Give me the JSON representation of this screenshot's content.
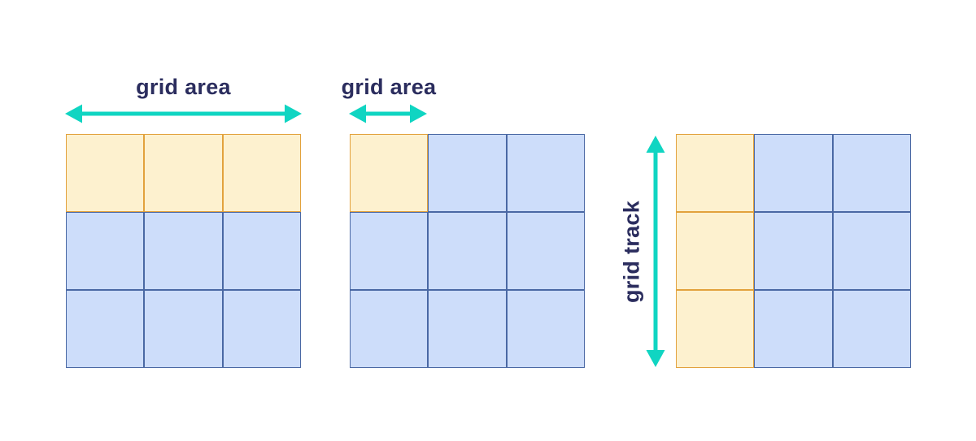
{
  "colors": {
    "background": "#ffffff",
    "cell_yellow_fill": "#FDF1CF",
    "cell_yellow_border": "#E2A23D",
    "cell_blue_fill": "#CDDDFA",
    "cell_blue_border": "#4A68A4",
    "arrow_teal": "#10D5C2",
    "label_navy": "#2B2D5E"
  },
  "figures": [
    {
      "label": "grid area",
      "arrow_orientation": "horizontal",
      "arrow_span": "full-grid-width",
      "grid": {
        "rows": 3,
        "cols": 3,
        "highlighted_cells": [
          [
            0,
            0
          ],
          [
            0,
            1
          ],
          [
            0,
            2
          ]
        ],
        "highlight_meaning": "grid area spanning the full top row"
      }
    },
    {
      "label": "grid area",
      "arrow_orientation": "horizontal",
      "arrow_span": "single-column-width",
      "grid": {
        "rows": 3,
        "cols": 3,
        "highlighted_cells": [
          [
            0,
            0
          ]
        ],
        "highlight_meaning": "grid area of a single top-left cell"
      }
    },
    {
      "label": "grid track",
      "arrow_orientation": "vertical",
      "arrow_span": "full-grid-height",
      "grid": {
        "rows": 3,
        "cols": 3,
        "highlighted_cells": [
          [
            0,
            0
          ],
          [
            1,
            0
          ],
          [
            2,
            0
          ]
        ],
        "highlight_meaning": "grid track spanning the full left column"
      }
    }
  ]
}
